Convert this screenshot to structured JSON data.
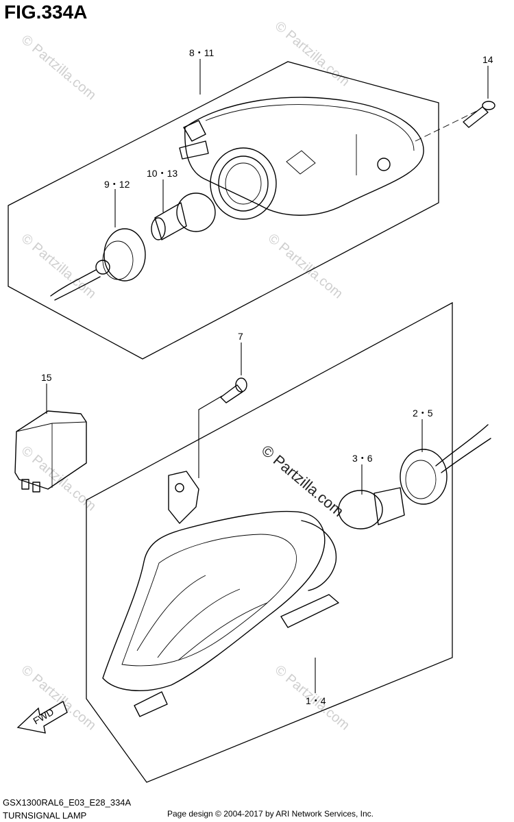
{
  "figure": {
    "title": "FIG.334A",
    "model_code": "GSX1300RAL6_E03_E28_334A",
    "caption": "TURNSIGNAL LAMP"
  },
  "callouts": [
    {
      "id": "c-8-11",
      "label": "8・11"
    },
    {
      "id": "c-14",
      "label": "14"
    },
    {
      "id": "c-9-12",
      "label": "9・12"
    },
    {
      "id": "c-10-13",
      "label": "10・13"
    },
    {
      "id": "c-7",
      "label": "7"
    },
    {
      "id": "c-15",
      "label": "15"
    },
    {
      "id": "c-2-5",
      "label": "2・5"
    },
    {
      "id": "c-3-6",
      "label": "3・6"
    },
    {
      "id": "c-1-4",
      "label": "1・4"
    }
  ],
  "fwd_arrow": {
    "label": "FWD",
    "icon": "forward-arrow-icon"
  },
  "watermark": {
    "text": "© Partzilla.com",
    "color": "#cfcfcf"
  },
  "footer": {
    "copyright": "Page design © 2004-2017 by ARI Network Services, Inc."
  }
}
